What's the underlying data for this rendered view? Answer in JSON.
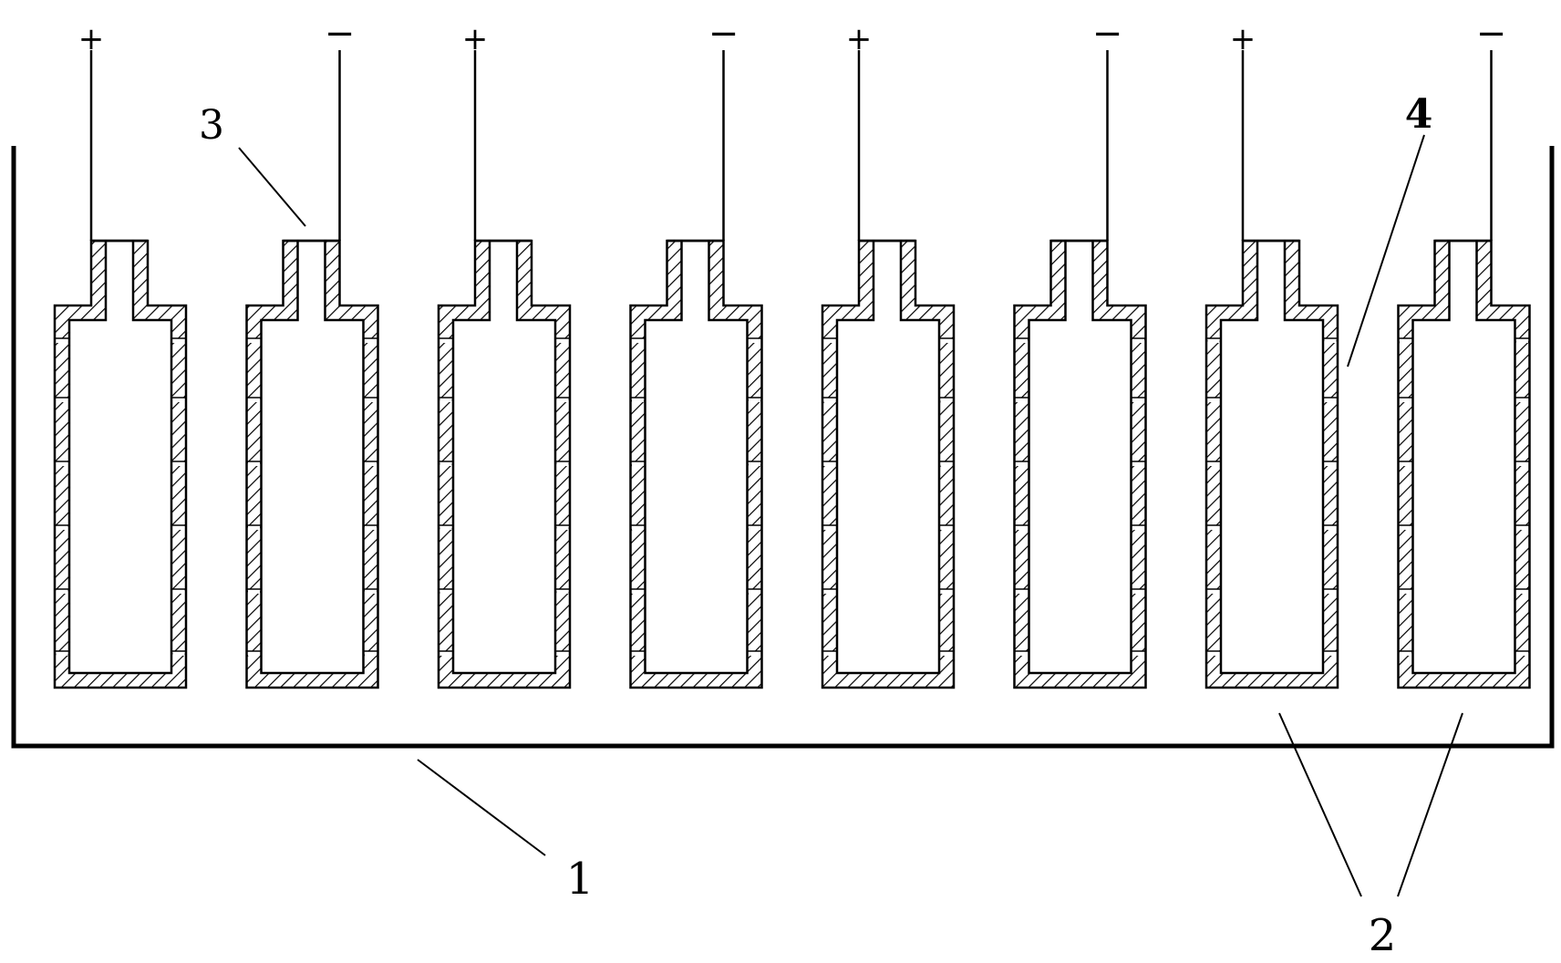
{
  "terminals": [
    "+",
    "−",
    "+",
    "−",
    "+",
    "−",
    "+",
    "−"
  ],
  "labels": {
    "tank": "1",
    "container": "2",
    "connector": "3",
    "wall": "4"
  },
  "colors": {
    "ink": "#000000",
    "background": "#ffffff"
  }
}
